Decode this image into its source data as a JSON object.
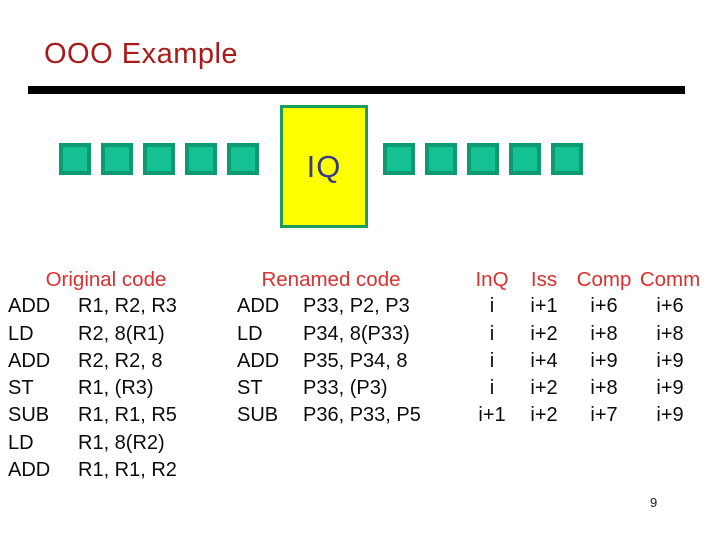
{
  "title": "OOO Example",
  "page_number": "9",
  "colors": {
    "title_red": "#A81B1B",
    "header_red": "#D93030",
    "rule_black": "#000000",
    "square_fill": "#14C193",
    "square_border": "#0D9A71",
    "iq_fill": "#FFFF00",
    "iq_border": "#1B9C59",
    "iq_text": "#39398C"
  },
  "pipeline": {
    "iq_label": "IQ",
    "left_squares": 5,
    "right_squares": 5
  },
  "code": {
    "original": {
      "header": "Original code",
      "rows": [
        {
          "op": "ADD",
          "args": "R1, R2, R3"
        },
        {
          "op": "LD",
          "args": "R2, 8(R1)"
        },
        {
          "op": "ADD",
          "args": "R2, R2, 8"
        },
        {
          "op": "ST",
          "args": "R1, (R3)"
        },
        {
          "op": "SUB",
          "args": "R1, R1, R5"
        },
        {
          "op": "LD",
          "args": "R1, 8(R2)"
        },
        {
          "op": "ADD",
          "args": "R1, R1, R2"
        }
      ]
    },
    "renamed": {
      "header": "Renamed code",
      "rows": [
        {
          "op": "ADD",
          "args": "P33, P2, P3"
        },
        {
          "op": "LD",
          "args": "P34, 8(P33)"
        },
        {
          "op": "ADD",
          "args": "P35, P34, 8"
        },
        {
          "op": "ST",
          "args": "P33, (P3)"
        },
        {
          "op": "SUB",
          "args": "P36, P33, P5"
        }
      ]
    },
    "timing": {
      "headers": [
        "InQ",
        "Iss",
        "Comp",
        "Comm"
      ],
      "rows": [
        [
          "i",
          "i+1",
          "i+6",
          "i+6"
        ],
        [
          "i",
          "i+2",
          "i+8",
          "i+8"
        ],
        [
          "i",
          "i+4",
          "i+9",
          "i+9"
        ],
        [
          "i",
          "i+2",
          "i+8",
          "i+9"
        ],
        [
          "i+1",
          "i+2",
          "i+7",
          "i+9"
        ]
      ]
    }
  }
}
